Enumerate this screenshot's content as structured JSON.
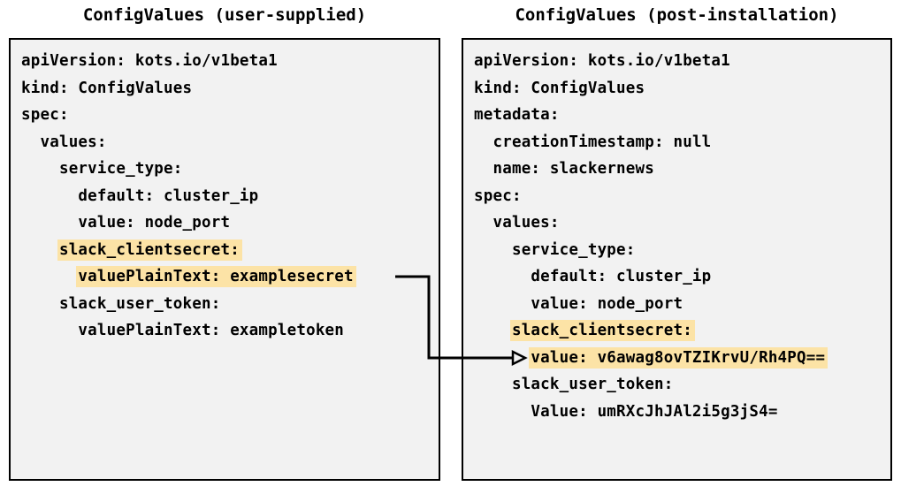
{
  "diagram": {
    "title_left": "ConfigValues (user-supplied)",
    "title_right": "ConfigValues (post-installation)",
    "highlight_color": "#fce3a6",
    "panel_background": "#f2f2f2",
    "border_color": "#000000",
    "connector": {
      "label": "secret-mapping-arrow",
      "from": "valuePlainText: examplesecret",
      "to": "value: v6awag8ovTZIKrvU/Rh4PQ=="
    }
  },
  "left_panel": {
    "name": "ConfigValues (user-supplied)",
    "lines": [
      {
        "text": "apiVersion: kots.io/v1beta1",
        "highlight": false
      },
      {
        "text": "kind: ConfigValues",
        "highlight": false
      },
      {
        "text": "spec:",
        "highlight": false
      },
      {
        "text": "  values:",
        "highlight": false
      },
      {
        "text": "    service_type:",
        "highlight": false
      },
      {
        "text": "      default: cluster_ip",
        "highlight": false
      },
      {
        "text": "      value: node_port",
        "highlight": false
      },
      {
        "text": "    slack_clientsecret:",
        "highlight": true
      },
      {
        "text": "      valuePlainText: examplesecret",
        "highlight": true
      },
      {
        "text": "    slack_user_token:",
        "highlight": false
      },
      {
        "text": "      valuePlainText: exampletoken",
        "highlight": false
      }
    ]
  },
  "right_panel": {
    "name": "ConfigValues (post-installation)",
    "lines": [
      {
        "text": "apiVersion: kots.io/v1beta1",
        "highlight": false
      },
      {
        "text": "kind: ConfigValues",
        "highlight": false
      },
      {
        "text": "metadata:",
        "highlight": false
      },
      {
        "text": "  creationTimestamp: null",
        "highlight": false
      },
      {
        "text": "  name: slackernews",
        "highlight": false
      },
      {
        "text": "spec:",
        "highlight": false
      },
      {
        "text": "  values:",
        "highlight": false
      },
      {
        "text": "    service_type:",
        "highlight": false
      },
      {
        "text": "      default: cluster_ip",
        "highlight": false
      },
      {
        "text": "      value: node_port",
        "highlight": false
      },
      {
        "text": "    slack_clientsecret:",
        "highlight": true
      },
      {
        "text": "      value: v6awag8ovTZIKrvU/Rh4PQ==",
        "highlight": true
      },
      {
        "text": "    slack_user_token:",
        "highlight": false
      },
      {
        "text": "      Value: umRXcJhJAl2i5g3jS4=",
        "highlight": false
      }
    ]
  }
}
